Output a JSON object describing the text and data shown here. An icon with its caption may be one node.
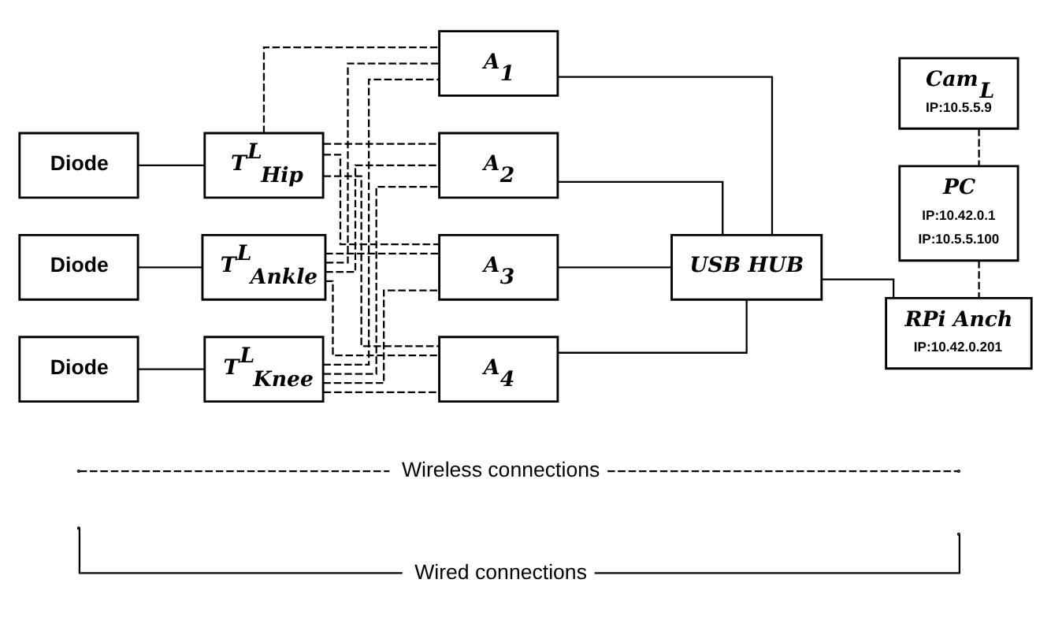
{
  "diagram": {
    "nodes": [
      {
        "text": [
          "Diode"
        ]
      },
      {
        "text": [
          "T$^{L}$$_{Hip}$"
        ]
      },
      {
        "text": [
          "Diode"
        ]
      },
      {
        "text": [
          "T$^{L}$$_{Ankle}$"
        ]
      },
      {
        "text": [
          "Diode"
        ]
      },
      {
        "text": [
          "T$^{L}$$_{Knee}$"
        ]
      },
      {
        "text": [
          "A$_{1}$"
        ]
      },
      {
        "text": [
          "A$_{2}$"
        ]
      },
      {
        "text": [
          "A$_{3}$"
        ]
      },
      {
        "text": [
          "A$_{4}$"
        ]
      },
      {
        "text": [
          "USB HUB"
        ]
      },
      {
        "text": [
          "Cam$_{L}$",
          "IP:10.5.5.9"
        ]
      },
      {
        "text": [
          "PC",
          "IP:10.42.0.1",
          "IP:10.5.5.100"
        ]
      },
      {
        "text": [
          "RPi Anch",
          "IP:10.42.0.201"
        ]
      }
    ],
    "edges": [
      {
        "from": 0,
        "to": 1,
        "arrow": "none"
      },
      {
        "from": 2,
        "to": 3,
        "arrow": "none"
      },
      {
        "from": 4,
        "to": 5,
        "arrow": "none"
      },
      {
        "from": 1,
        "to": 6,
        "arrow": "none",
        "style": "dashed"
      },
      {
        "from": 1,
        "to": 7,
        "arrow": "none",
        "style": "dashed"
      },
      {
        "from": 1,
        "to": 8,
        "arrow": "none",
        "style": "dashed"
      },
      {
        "from": 1,
        "to": 9,
        "arrow": "none",
        "style": "dashed"
      },
      {
        "from": 3,
        "to": 6,
        "arrow": "none",
        "style": "dashed"
      },
      {
        "from": 3,
        "to": 7,
        "arrow": "none",
        "style": "dashed"
      },
      {
        "from": 3,
        "to": 8,
        "arrow": "none",
        "style": "dashed"
      },
      {
        "from": 3,
        "to": 9,
        "arrow": "none",
        "style": "dashed"
      },
      {
        "from": 5,
        "to": 6,
        "arrow": "none",
        "style": "dashed"
      },
      {
        "from": 5,
        "to": 7,
        "arrow": "none",
        "style": "dashed"
      },
      {
        "from": 5,
        "to": 8,
        "arrow": "none",
        "style": "dashed"
      },
      {
        "from": 5,
        "to": 9,
        "arrow": "none",
        "style": "dashed"
      },
      {
        "from": 6,
        "to": 10,
        "arrow": "none"
      },
      {
        "from": 7,
        "to": 10,
        "arrow": "none"
      },
      {
        "from": 8,
        "to": 10,
        "arrow": "none"
      },
      {
        "from": 9,
        "to": 10,
        "arrow": "none"
      },
      {
        "from": 10,
        "to": 13,
        "arrow": "none"
      },
      {
        "from": 11,
        "to": 12,
        "arrow": "none",
        "style": "dashed"
      },
      {
        "from": 12,
        "to": 13,
        "arrow": "none",
        "style": "dashed"
      }
    ],
    "legend": [
      {
        "text": "Wireless connections"
      },
      {
        "text": "Wired connections"
      }
    ]
  }
}
